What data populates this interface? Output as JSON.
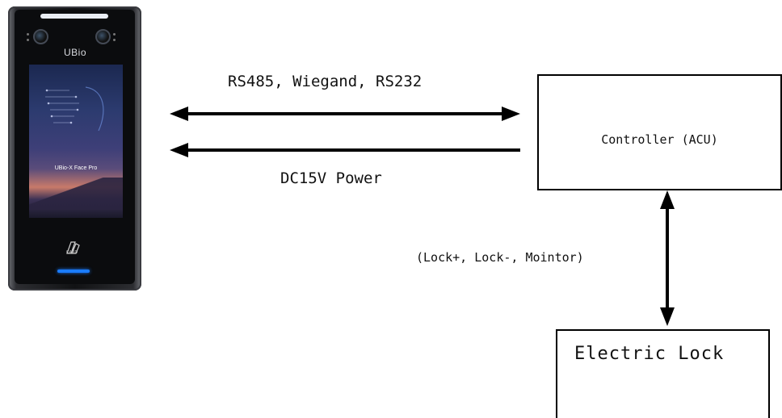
{
  "device": {
    "brand": "UBio",
    "screen_title": "UBio-X Face Pro",
    "card_label": "CARD"
  },
  "links": {
    "communication": "RS485, Wiegand, RS232",
    "power": "DC15V Power",
    "lock_signals": "(Lock+, Lock-, Mointor)"
  },
  "nodes": {
    "controller": "Controller (ACU)",
    "lock": "Electric Lock"
  },
  "colors": {
    "line": "#000000",
    "device_led": "#1a7cff"
  }
}
